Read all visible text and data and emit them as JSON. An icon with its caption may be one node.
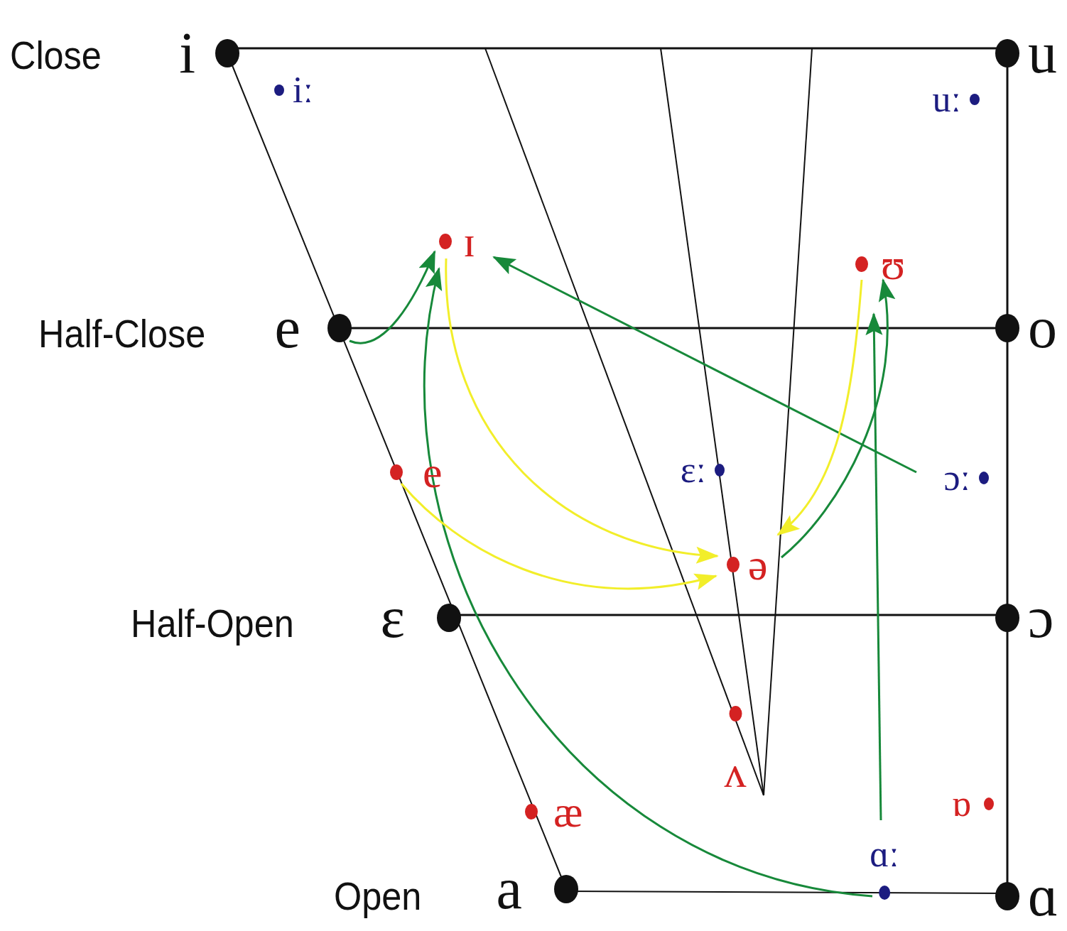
{
  "diagram": {
    "nodes": [
      {
        "text": [
          "i"
        ]
      },
      {
        "text": [
          "u"
        ]
      },
      {
        "text": [
          "iː"
        ]
      },
      {
        "text": [
          "uː"
        ]
      },
      {
        "text": [
          "ɪ"
        ]
      },
      {
        "text": [
          "ʊ"
        ]
      },
      {
        "text": [
          "e"
        ]
      },
      {
        "text": [
          "o"
        ]
      },
      {
        "text": [
          "e"
        ]
      },
      {
        "text": [
          "ɛː"
        ]
      },
      {
        "text": [
          "ɔː"
        ]
      },
      {
        "text": [
          "ə"
        ]
      },
      {
        "text": [
          "ɛ"
        ]
      },
      {
        "text": [
          "ɔ"
        ]
      },
      {
        "text": [
          "ʌ"
        ]
      },
      {
        "text": [
          "ɒ"
        ]
      },
      {
        "text": [
          "æ"
        ]
      },
      {
        "text": [
          "ɑː"
        ]
      },
      {
        "text": [
          "a"
        ]
      },
      {
        "text": [
          "ɑ"
        ]
      }
    ],
    "edges": [
      {
        "from": 6,
        "to": 4,
        "arrow": "to"
      },
      {
        "from": 17,
        "to": 4,
        "arrow": "to"
      },
      {
        "from": 10,
        "to": 4,
        "arrow": "to"
      },
      {
        "from": 17,
        "to": 5,
        "arrow": "to"
      },
      {
        "from": 11,
        "to": 5,
        "arrow": "to"
      },
      {
        "from": 4,
        "to": 11,
        "arrow": "to",
        "color": "#f2ee2a"
      },
      {
        "from": 8,
        "to": 11,
        "arrow": "to",
        "color": "#f2ee2a"
      },
      {
        "from": 5,
        "to": 11,
        "arrow": "to",
        "color": "#f2ee2a"
      }
    ],
    "labels": [
      "Close",
      "Half-Close",
      "Half-Open",
      "Open"
    ]
  }
}
